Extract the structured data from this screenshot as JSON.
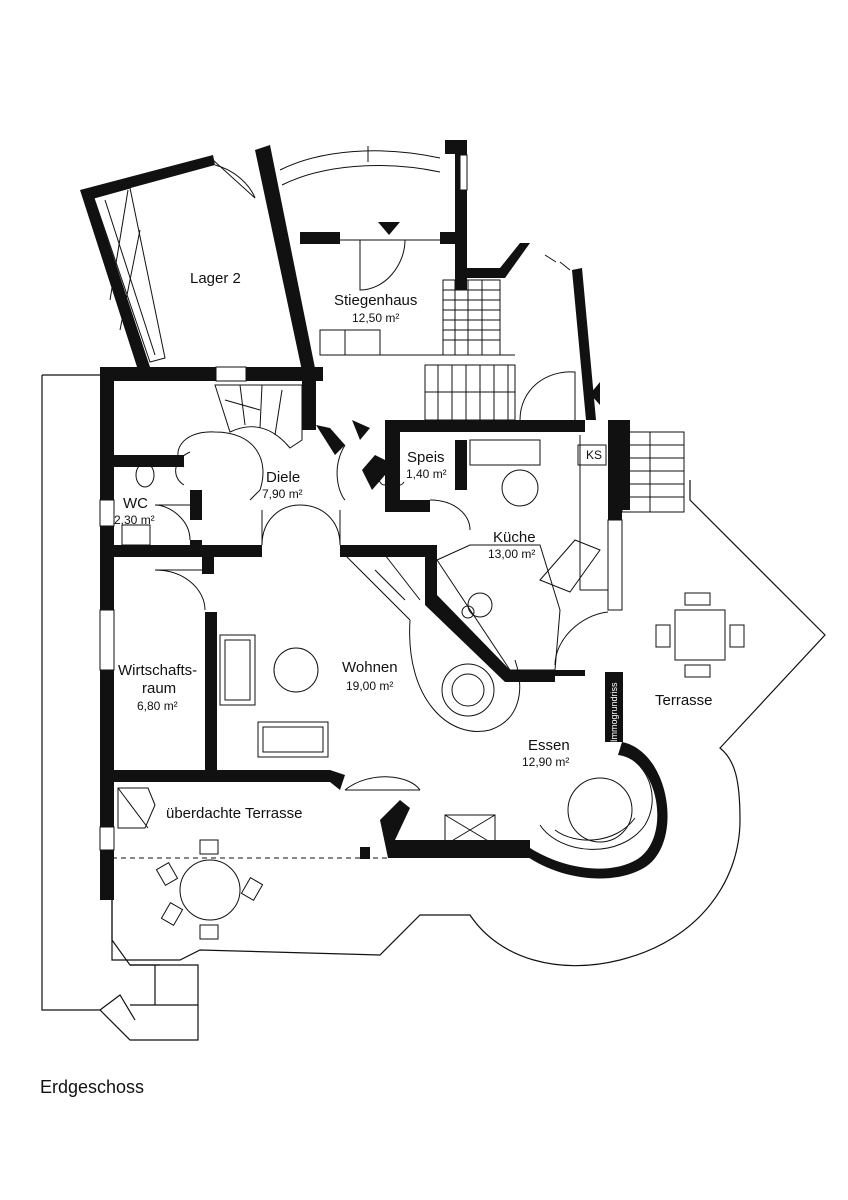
{
  "floor_label": "Erdgeschoss",
  "watermark": "Immogrundriss",
  "rooms": {
    "lager": {
      "name": "Lager 2"
    },
    "stiegenhaus": {
      "name": "Stiegenhaus",
      "area": "12,50 m²"
    },
    "speis": {
      "name": "Speis",
      "area": "1,40 m²"
    },
    "diele": {
      "name": "Diele",
      "area": "7,90 m²"
    },
    "wc": {
      "name": "WC",
      "area": "2,30 m²"
    },
    "kueche": {
      "name": "Küche",
      "area": "13,00 m²"
    },
    "ks": {
      "name": "KS"
    },
    "wirtschaftsraum": {
      "name1": "Wirtschafts-",
      "name2": "raum",
      "area": "6,80 m²"
    },
    "wohnen": {
      "name": "Wohnen",
      "area": "19,00 m²"
    },
    "terrasse": {
      "name": "Terrasse"
    },
    "essen": {
      "name": "Essen",
      "area": "12,90 m²"
    },
    "ueberdachte_terrasse": {
      "name": "überdachte Terrasse"
    }
  }
}
